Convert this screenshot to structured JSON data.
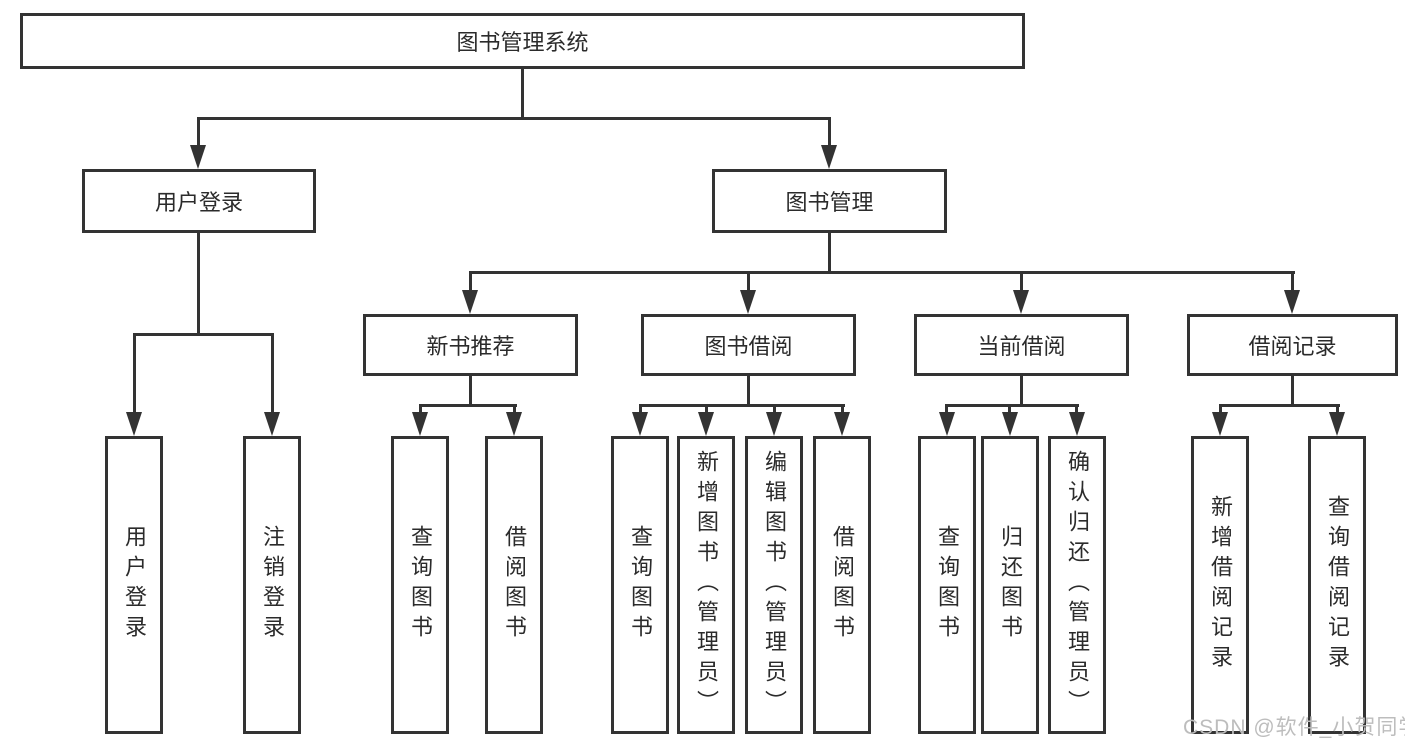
{
  "colors": {
    "line": "#333333",
    "node_border": "#333333",
    "node_text": "#2b2b2b",
    "background": "#ffffff",
    "watermark_text_color": "#bdbdbd"
  },
  "watermark": "CSDN @软件_小贺同学",
  "tree": {
    "root": {
      "label": "图书管理系统"
    },
    "branches": [
      {
        "label": "用户登录",
        "children": [
          {
            "label": "用户登录"
          },
          {
            "label": "注销登录"
          }
        ]
      },
      {
        "label": "图书管理",
        "children": [
          {
            "label": "新书推荐",
            "children": [
              {
                "label": "查询图书"
              },
              {
                "label": "借阅图书"
              }
            ]
          },
          {
            "label": "图书借阅",
            "children": [
              {
                "label": "查询图书"
              },
              {
                "label": "新增图书（管理员）"
              },
              {
                "label": "编辑图书（管理员）"
              },
              {
                "label": "借阅图书"
              }
            ]
          },
          {
            "label": "当前借阅",
            "children": [
              {
                "label": "查询图书"
              },
              {
                "label": "归还图书"
              },
              {
                "label": "确认归还（管理员）"
              }
            ]
          },
          {
            "label": "借阅记录",
            "children": [
              {
                "label": "新增借阅记录"
              },
              {
                "label": "查询借阅记录"
              }
            ]
          }
        ]
      }
    ]
  }
}
